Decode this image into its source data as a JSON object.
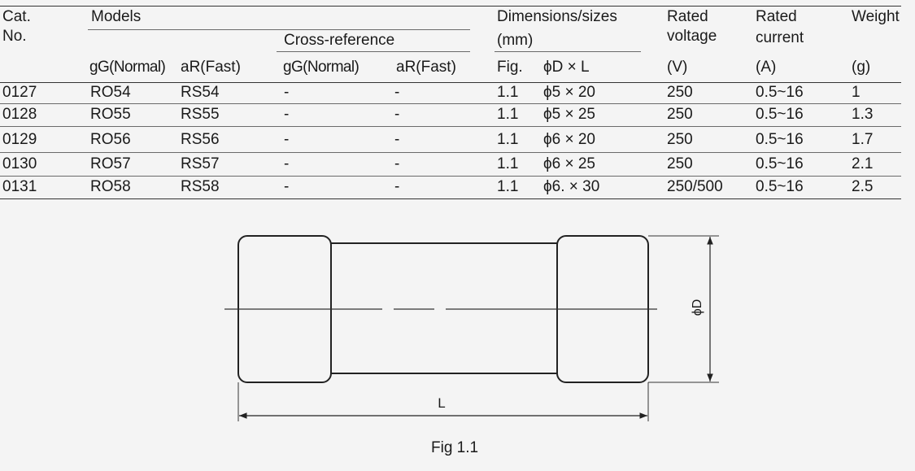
{
  "table": {
    "headers": {
      "cat_line1": "Cat.",
      "cat_line2": "No.",
      "models": "Models",
      "cross_reference": "Cross-reference",
      "gg_normal_1": "gG(Normal)",
      "ar_fast_1": "aR(Fast)",
      "gg_normal_2": "gG(Normal)",
      "ar_fast_2": "aR(Fast)",
      "dimensions_line1": "Dimensions/sizes",
      "dimensions_line2": "(mm)",
      "fig": "Fig.",
      "phi_dl": "ϕD × L",
      "voltage_line1": "Rated",
      "voltage_line2": "voltage",
      "voltage_line3": "(V)",
      "current_line1": "Rated",
      "current_line2": "current",
      "current_line3": "(A)",
      "weight_line1": "Weight",
      "weight_line3": "(g)"
    },
    "rows": [
      {
        "cat": "0127",
        "gg": "RO54",
        "ar": "RS54",
        "xgg": "-",
        "xar": "-",
        "fig": "1.1",
        "dim": "ϕ5 × 20",
        "voltage": "250",
        "current": "0.5~16",
        "weight": "1"
      },
      {
        "cat": "0128",
        "gg": "RO55",
        "ar": "RS55",
        "xgg": "-",
        "xar": "-",
        "fig": "1.1",
        "dim": "ϕ5 × 25",
        "voltage": "250",
        "current": "0.5~16",
        "weight": "1.3"
      },
      {
        "cat": "0129",
        "gg": "RO56",
        "ar": "RS56",
        "xgg": "-",
        "xar": "-",
        "fig": "1.1",
        "dim": "ϕ6 × 20",
        "voltage": "250",
        "current": "0.5~16",
        "weight": "1.7"
      },
      {
        "cat": "0130",
        "gg": "RO57",
        "ar": "RS57",
        "xgg": "-",
        "xar": "-",
        "fig": "1.1",
        "dim": "ϕ6 × 25",
        "voltage": "250",
        "current": "0.5~16",
        "weight": "2.1"
      },
      {
        "cat": "0131",
        "gg": "RO58",
        "ar": "RS58",
        "xgg": "-",
        "xar": "-",
        "fig": "1.1",
        "dim": "ϕ6. × 30",
        "voltage": "250/500",
        "current": "0.5~16",
        "weight": "2.5"
      }
    ]
  },
  "figure": {
    "diameter_label": "ϕD",
    "length_label": "L",
    "caption": "Fig 1.1"
  }
}
